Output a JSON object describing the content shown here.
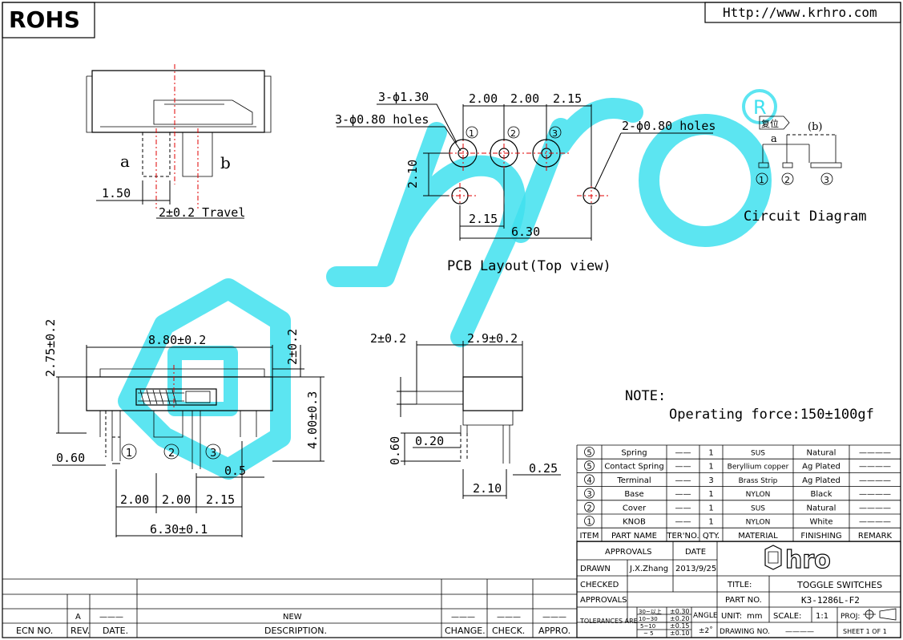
{
  "header": {
    "rohs": "ROHS",
    "url": "Http://www.krhro.com"
  },
  "side_view": {
    "label_a": "a",
    "label_b": "b",
    "dim_offset": "1.50",
    "dim_travel": "2±0.2 Travel"
  },
  "pcb_layout": {
    "hole_a": "3-ϕ1.30",
    "hole_b": "3-ϕ0.80 holes",
    "hole_c": "2-ϕ0.80 holes",
    "pitch1": "2.00",
    "pitch2": "2.00",
    "pitch3": "2.15",
    "row_gap": "2.10",
    "offset": "2.15",
    "span": "6.30",
    "pin1": "1",
    "pin2": "2",
    "pin3": "3",
    "title": "PCB Layout(Top view)"
  },
  "circuit": {
    "reset": "复位",
    "label_a": "a",
    "label_b": "(b)",
    "pin1": "1",
    "pin2": "2",
    "pin3": "3",
    "title": "Circuit Diagram",
    "registered": "R"
  },
  "front_view": {
    "height": "2.75±0.2",
    "width": "8.80±0.2",
    "knob": "2±0.2",
    "body_h": "4.00±0.3",
    "pin_offset": "0.60",
    "pin_w": "0.5",
    "pitch1": "2.00",
    "pitch2": "2.00",
    "pitch3": "2.15",
    "span": "6.30±0.1",
    "pin1": "1",
    "pin2": "2",
    "pin3": "3"
  },
  "side_view2": {
    "knob": "2±0.2",
    "depth": "2.9±0.2",
    "h": "0.60",
    "w": "0.20",
    "pin_t": "0.25",
    "pin_pos": "2.10"
  },
  "note": {
    "title": "NOTE:",
    "text": "Operating force:150±100gf"
  },
  "bom": {
    "rows": [
      {
        "item": "5",
        "name": "Spring",
        "ter": "——",
        "qty": "1",
        "material": "SUS",
        "finishing": "Natural",
        "remark": "————"
      },
      {
        "item": "5",
        "name": "Contact Spring",
        "ter": "——",
        "qty": "1",
        "material": "Beryllium copper",
        "finishing": "Ag Plated",
        "remark": "————"
      },
      {
        "item": "4",
        "name": "Terminal",
        "ter": "——",
        "qty": "3",
        "material": "Brass Strip",
        "finishing": "Ag Plated",
        "remark": "————"
      },
      {
        "item": "3",
        "name": "Base",
        "ter": "——",
        "qty": "1",
        "material": "NYLON",
        "finishing": "Black",
        "remark": "————"
      },
      {
        "item": "2",
        "name": "Cover",
        "ter": "——",
        "qty": "1",
        "material": "SUS",
        "finishing": "Natural",
        "remark": "————"
      },
      {
        "item": "1",
        "name": "KNOB",
        "ter": "——",
        "qty": "1",
        "material": "NYLON",
        "finishing": "White",
        "remark": "————"
      }
    ],
    "headers": {
      "item": "ITEM",
      "name": "PART NAME",
      "ter": "TER'NO.",
      "qty": "QTY.",
      "material": "MATERIAL",
      "finishing": "FINISHING",
      "remark": "REMARK"
    }
  },
  "title_block": {
    "approvals": "APPROVALS",
    "date": "DATE",
    "drawn": "DRAWN",
    "drawn_by": "J.X.Zhang",
    "drawn_date": "2013/9/25",
    "checked": "CHECKED",
    "approvals2": "APPROVALS",
    "tolerances": "TOLERANCES ARE",
    "tol_r1": "30~以上",
    "tol_v1": "±0.30",
    "tol_r2": "10~30",
    "tol_v2": "±0.20",
    "tol_r3": "5~10",
    "tol_v3": "±0.15",
    "tol_r4": "~ 5",
    "tol_v4": "±0.10",
    "angle": "ANGLE",
    "angle_v": "±2˚",
    "logo": "hro",
    "title_lbl": "TITLE:",
    "title": "TOGGLE SWITCHES",
    "part_lbl": "PART NO.",
    "part": "K3-1286L-F2",
    "unit_lbl": "UNIT:",
    "unit": "mm",
    "scale_lbl": "SCALE:",
    "scale": "1:1",
    "proj": "PROJ:",
    "drawing_no": "DRAWING NO.",
    "drawing_no_v": "————",
    "sheet": "SHEET  1 OF 1"
  },
  "revision": {
    "rev_val": "A",
    "dash1": "———",
    "dash2": "———",
    "dash3": "———",
    "dash4": "———",
    "new": "NEW",
    "ecn": "ECN NO.",
    "rev": "REV.",
    "date": "DATE.",
    "desc": "DESCRIPTION.",
    "change": "CHANGE.",
    "check": "CHECK.",
    "appro": "APPRO."
  },
  "colors": {
    "watermark": "#3fe0ef",
    "centerline": "#e00000"
  }
}
